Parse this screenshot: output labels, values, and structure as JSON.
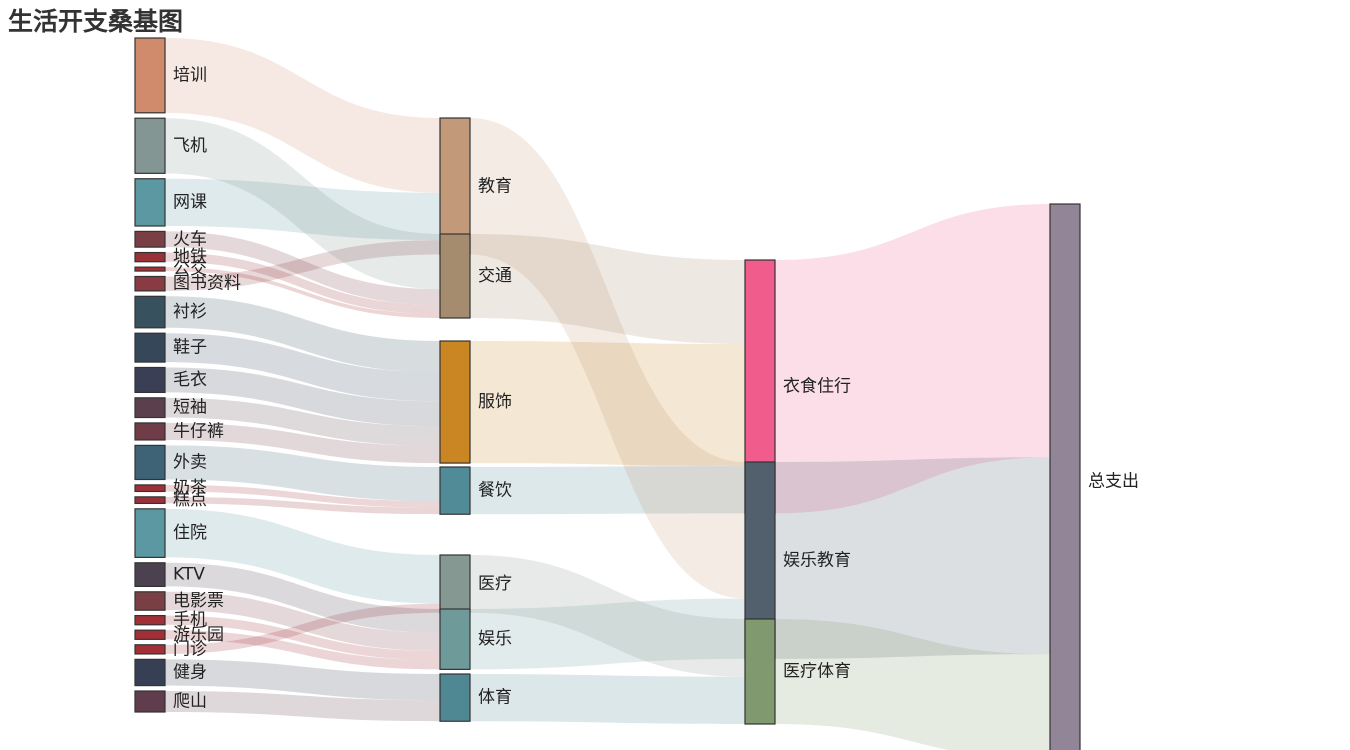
{
  "title": "生活开支桑基图",
  "chart_data": {
    "type": "sankey",
    "title": "生活开支桑基图",
    "nodes": [
      {
        "name": "培训",
        "color": "#d08a6c",
        "level": 0
      },
      {
        "name": "飞机",
        "color": "#849693",
        "level": 0
      },
      {
        "name": "网课",
        "color": "#5b98a1",
        "level": 0
      },
      {
        "name": "火车",
        "color": "#7a3e45",
        "level": 0
      },
      {
        "name": "地铁",
        "color": "#993139",
        "level": 0
      },
      {
        "name": "公交",
        "color": "#a72e32",
        "level": 0
      },
      {
        "name": "图书资料",
        "color": "#893a42",
        "level": 0
      },
      {
        "name": "衬衫",
        "color": "#38515f",
        "level": 0
      },
      {
        "name": "鞋子",
        "color": "#36475a",
        "level": 0
      },
      {
        "name": "毛衣",
        "color": "#3b3f55",
        "level": 0
      },
      {
        "name": "短袖",
        "color": "#5c3f4d",
        "level": 0
      },
      {
        "name": "牛仔裤",
        "color": "#6f3c47",
        "level": 0
      },
      {
        "name": "外卖",
        "color": "#3e6377",
        "level": 0
      },
      {
        "name": "奶茶",
        "color": "#9f3037",
        "level": 0
      },
      {
        "name": "糕点",
        "color": "#9a3139",
        "level": 0
      },
      {
        "name": "住院",
        "color": "#5b98a1",
        "level": 0
      },
      {
        "name": "KTV",
        "color": "#4c414f",
        "level": 0
      },
      {
        "name": "电影票",
        "color": "#7a3e45",
        "level": 0
      },
      {
        "name": "手机",
        "color": "#a22f36",
        "level": 0
      },
      {
        "name": "游乐园",
        "color": "#a22f36",
        "level": 0
      },
      {
        "name": "门诊",
        "color": "#a22f36",
        "level": 0
      },
      {
        "name": "健身",
        "color": "#363f53",
        "level": 0
      },
      {
        "name": "爬山",
        "color": "#603d4d",
        "level": 0
      },
      {
        "name": "教育",
        "color": "#c29a7a",
        "level": 1
      },
      {
        "name": "交通",
        "color": "#a68c6f",
        "level": 1
      },
      {
        "name": "服饰",
        "color": "#ca8622",
        "level": 1
      },
      {
        "name": "餐饮",
        "color": "#528b98",
        "level": 1
      },
      {
        "name": "医疗",
        "color": "#869892",
        "level": 1
      },
      {
        "name": "娱乐",
        "color": "#6e9a9a",
        "level": 1
      },
      {
        "name": "体育",
        "color": "#4f8893",
        "level": 1
      },
      {
        "name": "衣食住行",
        "color": "#f05c8c",
        "level": 2
      },
      {
        "name": "娱乐教育",
        "color": "#52606d",
        "level": 2
      },
      {
        "name": "医疗体育",
        "color": "#80996f",
        "level": 2
      },
      {
        "name": "总支出",
        "color": "#928597",
        "level": 3
      }
    ],
    "links": [
      {
        "source": "培训",
        "target": "教育",
        "value": 57
      },
      {
        "source": "网课",
        "target": "教育",
        "value": 36
      },
      {
        "source": "图书资料",
        "target": "教育",
        "value": 11
      },
      {
        "source": "飞机",
        "target": "交通",
        "value": 42
      },
      {
        "source": "火车",
        "target": "交通",
        "value": 12
      },
      {
        "source": "地铁",
        "target": "交通",
        "value": 7
      },
      {
        "source": "公交",
        "target": "交通",
        "value": 3
      },
      {
        "source": "衬衫",
        "target": "服饰",
        "value": 24
      },
      {
        "source": "鞋子",
        "target": "服饰",
        "value": 22
      },
      {
        "source": "毛衣",
        "target": "服饰",
        "value": 19
      },
      {
        "source": "短袖",
        "target": "服饰",
        "value": 15
      },
      {
        "source": "牛仔裤",
        "target": "服饰",
        "value": 13
      },
      {
        "source": "外卖",
        "target": "餐饮",
        "value": 26
      },
      {
        "source": "奶茶",
        "target": "餐饮",
        "value": 5
      },
      {
        "source": "糕点",
        "target": "餐饮",
        "value": 5
      },
      {
        "source": "住院",
        "target": "医疗",
        "value": 37
      },
      {
        "source": "门诊",
        "target": "医疗",
        "value": 7
      },
      {
        "source": "KTV",
        "target": "娱乐",
        "value": 18
      },
      {
        "source": "电影票",
        "target": "娱乐",
        "value": 14
      },
      {
        "source": "手机",
        "target": "娱乐",
        "value": 7
      },
      {
        "source": "游乐园",
        "target": "娱乐",
        "value": 7
      },
      {
        "source": "健身",
        "target": "体育",
        "value": 20
      },
      {
        "source": "爬山",
        "target": "体育",
        "value": 16
      },
      {
        "source": "交通",
        "target": "衣食住行",
        "value": 64
      },
      {
        "source": "服饰",
        "target": "衣食住行",
        "value": 93
      },
      {
        "source": "餐饮",
        "target": "衣食住行",
        "value": 36
      },
      {
        "source": "教育",
        "target": "娱乐教育",
        "value": 104
      },
      {
        "source": "娱乐",
        "target": "娱乐教育",
        "value": 46
      },
      {
        "source": "医疗",
        "target": "医疗体育",
        "value": 44
      },
      {
        "source": "体育",
        "target": "医疗体育",
        "value": 36
      },
      {
        "source": "衣食住行",
        "target": "总支出",
        "value": 193
      },
      {
        "source": "娱乐教育",
        "target": "总支出",
        "value": 150
      },
      {
        "source": "医疗体育",
        "target": "总支出",
        "value": 80
      }
    ]
  }
}
